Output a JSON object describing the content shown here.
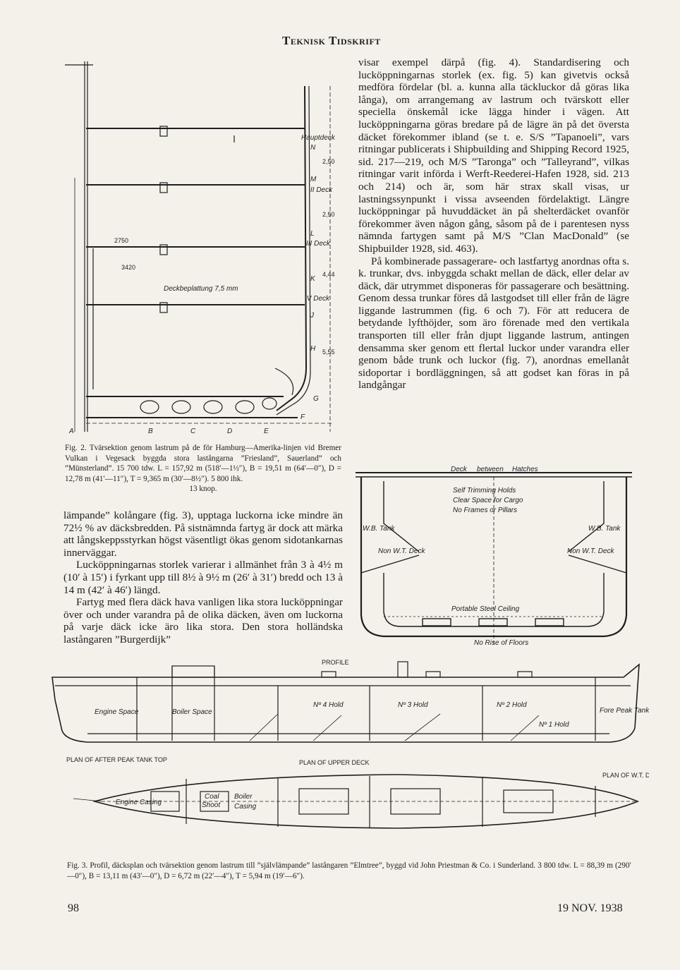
{
  "masthead": "Teknisk Tidskrift",
  "right_column": [
    "visar exempel därpå (fig. 4). Standardisering och lucköppningarnas storlek (ex. fig. 5) kan givetvis också medföra fördelar (bl. a. kunna alla täckluckor då göras lika långa), om arrangemang av lastrum och tvärskott eller speciella önskemål icke lägga hinder i vägen. Att lucköppningarna göras bredare på de lägre än på det översta däcket förekommer ibland (se t. e. S/S ”Tapanoeli”, vars ritningar publicerats i Shipbuilding and Shipping Record 1925, sid. 217—219, och M/S ”Taronga” och ”Talleyrand”, vilkas ritningar varit införda i Werft-Reederei-Hafen 1928, sid. 213 och 214) och är, som här strax skall visas, ur lastningssynpunkt i vissa avseenden fördelaktigt. Längre lucköppningar på huvuddäcket än på shelterdäcket ovanför förekommer även någon gång, såsom på de i parentesen nyss nämnda fartygen samt på M/S ”Clan MacDonald” (se Shipbuilder 1928, sid. 463).",
    "På kombinerade passagerare- och lastfartyg anordnas ofta s. k. trunkar, dvs. inbyggda schakt mellan de däck, eller delar av däck, där utrymmet disponeras för passagerare och besättning. Genom dessa trunkar föres då lastgodset till eller från de lägre liggande lastrummen (fig. 6 och 7). För att reducera de betydande lyfthöjder, som äro förenade med den vertikala transporten till eller från djupt liggande lastrum, antingen densamma sker genom ett flertal luckor under varandra eller genom både trunk och luckor (fig. 7), anordnas emellanåt sidoportar i bordläggningen, så att godset kan föras in på landgångar"
  ],
  "left_column": [
    "lämpande” kolångare (fig. 3), upptaga luckorna icke mindre än 72½ % av däcksbredden. På sistnämnda fartyg är dock att märka att långskeppsstyrkan högst väsentligt ökas genom sidotankarnas innerväggar.",
    "Lucköppningarnas storlek varierar i allmänhet från 3 à 4½ m (10′ à 15′) i fyrkant upp till 8½ à 9½ m (26′ à 31′) bredd och 13 à 14 m (42′ à 46′) längd.",
    "Fartyg med flera däck hava vanligen lika stora lucköppningar över och under varandra på de olika däcken, även om luckorna på varje däck icke äro lika stora. Den stora holländska lastångaren ”Burgerdijk”"
  ],
  "fig2_caption_main": "Fig. 2. Tvärsektion genom lastrum på de för Hamburg—Amerika-linjen vid Bremer Vulkan i Vegesack byggda stora lastångarna ”Friesland”, Sauerland” och ”Münsterland”. 15 700 tdw. L = 157,92 m (518′—1½″), B = 19,51 m (64′—0″), D = 12,78 m (41′—11″), T = 9,365 m (30′—8½″). 5 800 ihk.",
  "fig2_caption_end": "13 knop.",
  "fig3_caption": "Fig. 3. Profil, däcksplan och tvärsektion genom lastrum till ”självlämpande” lastångaren ”Elmtree”, byggd vid John Priestman & Co. i Sunderland. 3 800 tdw. L = 88,39 m (290′—0″), B = 13,11 m (43′—0″), D = 6,72 m (22′—4″), T = 5,94 m (19′—6″).",
  "footer": {
    "page": "98",
    "date": "19 NOV. 1938"
  },
  "fig2_labels": {
    "haupt": "Hauptdeck",
    "n": "N",
    "m": "M",
    "m_deck": "II Deck",
    "l": "L",
    "l_deck": "III Deck",
    "k": "K",
    "iv_deck": "IV Deck",
    "j": "J",
    "h": "H",
    "g": "G",
    "f": "F",
    "b": "B",
    "c": "C",
    "d": "D",
    "e": "E",
    "a": "A",
    "dim1": "2750",
    "dim2": "3420",
    "dim3": "2,50",
    "dim4": "2,50",
    "dim5": "4,44",
    "dim6": "5,55",
    "deckbeplattung": "Deckbeplattung 7,5 mm"
  },
  "fig_section_labels": {
    "deck": "Deck",
    "between": "between",
    "hatches": "Hatches",
    "self_trimming": "Self Trimming Holds",
    "clear_space": "Clear Space for Cargo",
    "no_frames": "No Frames or Pillars",
    "wb_tank": "W.B. Tank",
    "non_wt_deck": "Non W.T. Deck",
    "portable": "Portable Steel Ceiling",
    "no_rise": "No Rise of Floors"
  },
  "fig_profile_labels": {
    "profile": "PROFILE",
    "plan_upper": "PLAN OF UPPER DECK",
    "plan_after": "PLAN OF AFTER PEAK TANK TOP",
    "plan_fore": "PLAN OF W.T. DECK",
    "hold4": "Nº 4 Hold",
    "hold3": "Nº 3 Hold",
    "hold2": "Nº 2 Hold",
    "hold1": "Nº 1 Hold",
    "engine": "Engine Space",
    "boiler": "Boiler Space",
    "fore_peak": "Fore Peak Tank",
    "coal": "Coal",
    "shoot": "Shoot",
    "casing": "Casing",
    "boiler_lbl": "Boiler",
    "engine_casing": "Engine Casing"
  }
}
